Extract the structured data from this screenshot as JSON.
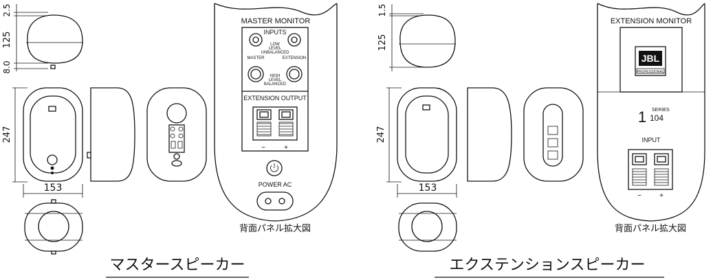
{
  "left": {
    "dims": {
      "top_gap": "2.5",
      "height_top": "125",
      "base": "8.0",
      "height": "247",
      "width": "153"
    },
    "panel": {
      "title": "MASTER MONITOR",
      "inputs": "INPUTS",
      "low_level_1": "LOW",
      "low_level_2": "LEVEL",
      "low_level_3": "UNBALANCED",
      "master": "MASTER",
      "extension": "EXTENSION",
      "high_level_1": "HIGH",
      "high_level_2": "LEVEL",
      "high_level_3": "BALANCED",
      "ext_out": "EXTENSION OUTPUT",
      "minus": "−",
      "plus": "+",
      "power": "POWER AC"
    },
    "caption": "背面パネル拡大図",
    "title": "マスタースピーカー"
  },
  "right": {
    "dims": {
      "top_gap": "1.5",
      "height_top": "125",
      "height": "247",
      "width": "153"
    },
    "panel": {
      "title": "EXTENSION MONITOR",
      "brand": "JBL",
      "professional": "PROFESSIONAL",
      "series_num": "1",
      "series_word": "SERIES",
      "model": "104",
      "input": "INPUT",
      "minus": "−",
      "plus": "+"
    },
    "caption": "背面パネル拡大図",
    "title": "エクステンションスピーカー"
  }
}
